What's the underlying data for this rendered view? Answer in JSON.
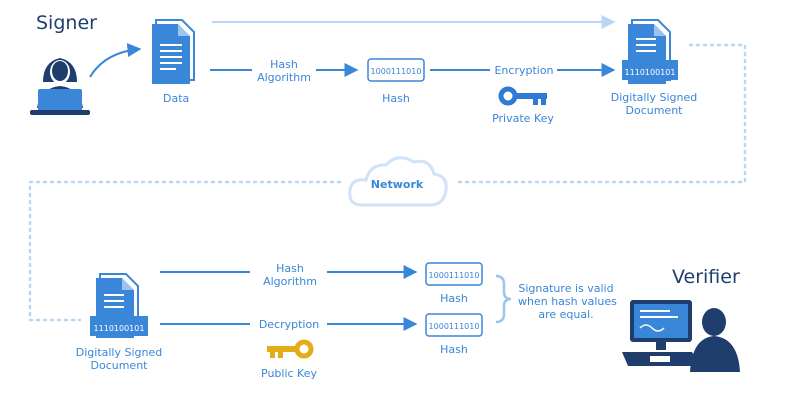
{
  "signer": {
    "title": "Signer"
  },
  "verifier": {
    "title": "Verifier"
  },
  "top_flow": {
    "data_label": "Data",
    "hash_algorithm_label": "Hash\nAlgorithm",
    "hash_value": "1000111010",
    "hash_label": "Hash",
    "encryption_label": "Encryption",
    "private_key_label": "Private Key",
    "signed_doc_code": "1110100101",
    "signed_doc_label": "Digitally Signed\nDocument"
  },
  "network": {
    "label": "Network"
  },
  "bottom_flow": {
    "signed_doc_code": "1110100101",
    "signed_doc_label": "Digitally Signed\nDocument",
    "hash_algorithm_label": "Hash\nAlgorithm",
    "decryption_label": "Decryption",
    "public_key_label": "Public Key",
    "hash1_value": "1000111010",
    "hash1_label": "Hash",
    "hash2_value": "1000111010",
    "hash2_label": "Hash",
    "result_note": "Signature is valid\nwhen hash values\nare equal."
  },
  "colors": {
    "accent": "#3a86d8",
    "line": "#5b9fe3",
    "faint_line": "#b9d6f3",
    "navy": "#1f3e6e",
    "key_blue": "#2e7bd6",
    "key_yellow": "#e3ad17",
    "cloud": "#cfe2f6"
  }
}
